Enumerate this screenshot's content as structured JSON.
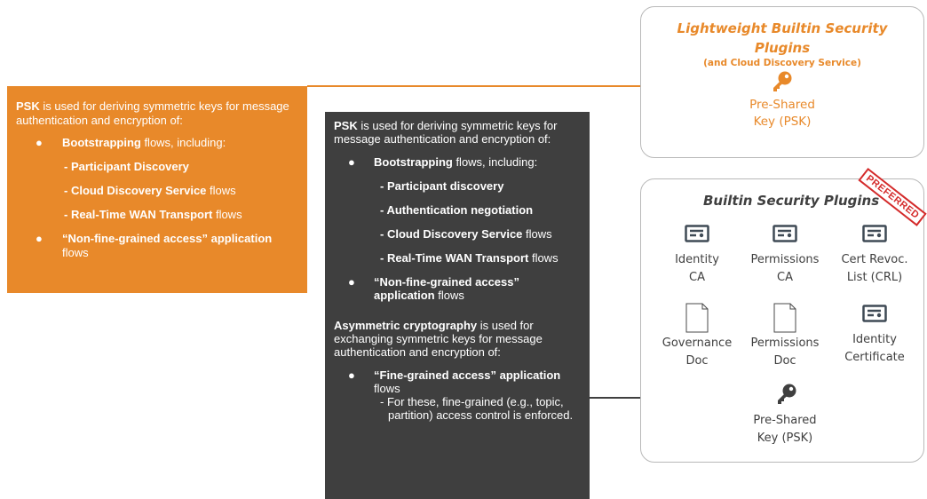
{
  "orange_box": {
    "intro_bold": "PSK",
    "intro_rest": " is used for deriving symmetric keys for message authentication and encryption of:",
    "bullet1_bold": "Bootstrapping",
    "bullet1_rest": " flows, including:",
    "sub1": "- Participant Discovery",
    "sub2_bold": "- Cloud Discovery Service",
    "sub2_rest": " flows",
    "sub3_bold": "- Real-Time WAN Transport",
    "sub3_rest": " flows",
    "bullet2_bold": "“Non-fine-grained access” application",
    "bullet2_rest": " flows",
    "bullet_char": "●",
    "color": "#e8892a"
  },
  "dark_box": {
    "intro_bold": "PSK",
    "intro_rest": " is used for deriving symmetric keys for message authentication and encryption of:",
    "bullet1_bold": "Bootstrapping",
    "bullet1_rest": " flows, including:",
    "sub1": "- Participant discovery",
    "sub2": "- Authentication negotiation",
    "sub3_bold": "- Cloud Discovery Service",
    "sub3_rest": " flows",
    "sub4_bold": "- Real-Time WAN Transport",
    "sub4_rest": " flows",
    "bullet2_bold": "“Non-fine-grained access” application",
    "bullet2_rest": " flows",
    "asym_bold": "Asymmetric cryptography",
    "asym_rest": " is used for exchanging symmetric keys for message authentication and encryption of:",
    "bullet3_bold": "“Fine-grained access” application",
    "bullet3_rest": " flows",
    "bullet3_note": "- For these, fine-grained (e.g., topic, partition) access control is enforced.",
    "bullet_char": "●",
    "color": "#3f3f3f"
  },
  "lightweight": {
    "title_line1": "Lightweight Builtin Security",
    "title_line2": "Plugins",
    "subtitle": "(and Cloud Discovery Service)",
    "psk_line1": "Pre-Shared",
    "psk_line2": "Key (PSK)",
    "icon": "key-icon"
  },
  "builtin": {
    "title": "Builtin Security Plugins",
    "stamp": "PREFERRED",
    "items": [
      {
        "line1": "Identity",
        "line2": "CA",
        "icon": "certificate-icon"
      },
      {
        "line1": "Permissions",
        "line2": "CA",
        "icon": "certificate-icon"
      },
      {
        "line1": "Cert Revoc.",
        "line2": "List (CRL)",
        "icon": "certificate-icon"
      },
      {
        "line1": "Governance",
        "line2": "Doc",
        "icon": "document-icon"
      },
      {
        "line1": "Permissions",
        "line2": "Doc",
        "icon": "document-icon"
      },
      {
        "line1": "Identity",
        "line2": "Certificate",
        "icon": "certificate-icon"
      }
    ],
    "psk_line1": "Pre-Shared",
    "psk_line2": "Key (PSK)",
    "icon": "key-icon"
  },
  "colors": {
    "orange": "#e8892a",
    "dark": "#3f3f3f",
    "stamp": "#d42a2a",
    "icon": "#3f4a55"
  }
}
